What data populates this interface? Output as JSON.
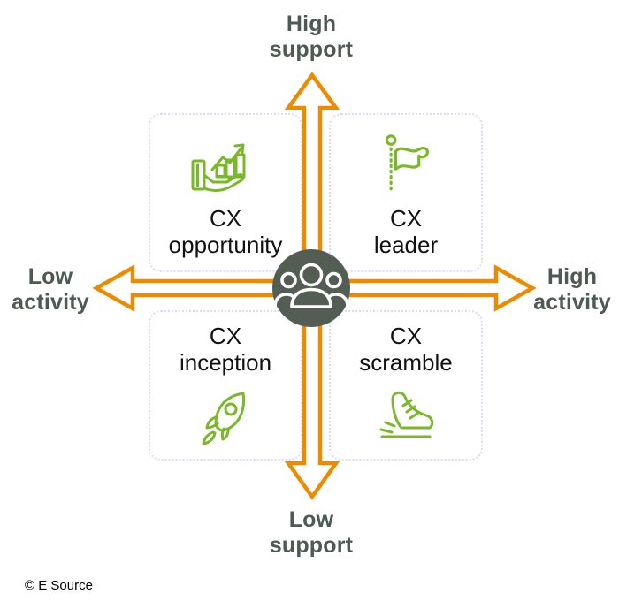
{
  "axis_labels": {
    "top": {
      "lines": [
        "High",
        "support"
      ]
    },
    "bottom": {
      "lines": [
        "Low",
        "support"
      ]
    },
    "left": {
      "lines": [
        "Low",
        "activity"
      ]
    },
    "right": {
      "lines": [
        "High",
        "activity"
      ]
    }
  },
  "quadrants": [
    {
      "position": "top-left",
      "label_lines": [
        "CX",
        "opportunity"
      ],
      "icon": "growth-chart-hand-icon"
    },
    {
      "position": "top-right",
      "label_lines": [
        "CX",
        "leader"
      ],
      "icon": "flag-icon"
    },
    {
      "position": "bottom-left",
      "label_lines": [
        "CX",
        "inception"
      ],
      "icon": "rocket-icon"
    },
    {
      "position": "bottom-right",
      "label_lines": [
        "CX",
        "scramble"
      ],
      "icon": "running-shoe-icon"
    }
  ],
  "center": {
    "icon": "people-group-icon"
  },
  "footer": {
    "copyright": "© E Source"
  },
  "colors": {
    "arrow_orange": "#ED8B00",
    "icon_green": "#78B829",
    "axis_text": "#4D5A53",
    "center_circle": "#535D53",
    "card_border": "#DCDCF0"
  }
}
